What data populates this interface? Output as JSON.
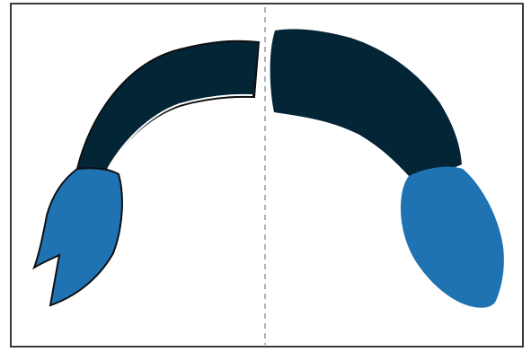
{
  "diagram": {
    "panels": [
      {
        "name": "left-panel",
        "shape": "curved-band-with-split-tip"
      },
      {
        "name": "right-panel",
        "shape": "curved-band-with-rounded-tip"
      }
    ]
  },
  "colors": {
    "frame": "#3a3a3a",
    "divider": "#9a9a9a",
    "band": "#032536",
    "tip": "#1f73b2",
    "outline": "#0f0f0f",
    "gap_stroke": "#ffffff"
  }
}
